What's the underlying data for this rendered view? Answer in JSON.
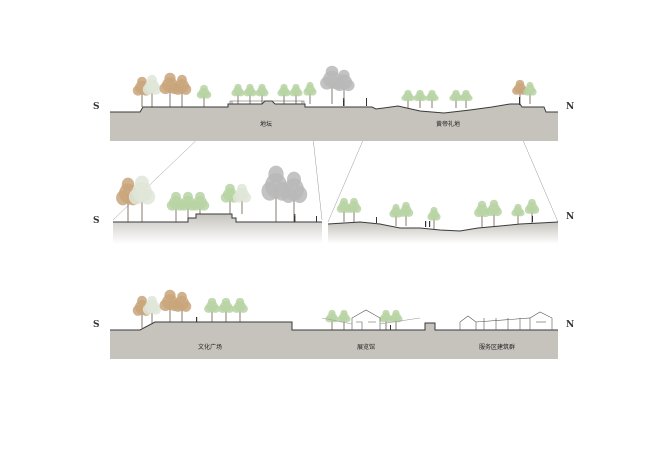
{
  "sections": [
    {
      "id": "top",
      "south": "S",
      "north": "N",
      "labels": [
        "地坛",
        "黄帝礼地"
      ]
    },
    {
      "id": "middle",
      "panels": [
        {
          "id": "left",
          "south": "S"
        },
        {
          "id": "right",
          "north": "N"
        }
      ]
    },
    {
      "id": "bottom",
      "south": "S",
      "north": "N",
      "labels": [
        "文化广场",
        "展览馆",
        "服务区建筑群"
      ]
    }
  ],
  "colors": {
    "ground": "#c6c3bd",
    "ground_line": "#3a3a3a",
    "tree_green": "#b7d4a3",
    "tree_green_dark": "#9cc18c",
    "tree_orange": "#c9a57a",
    "tree_grey": "#b9b9b9",
    "tree_white": "#dfe6d8",
    "zoom_line": "#9a9a9a"
  }
}
